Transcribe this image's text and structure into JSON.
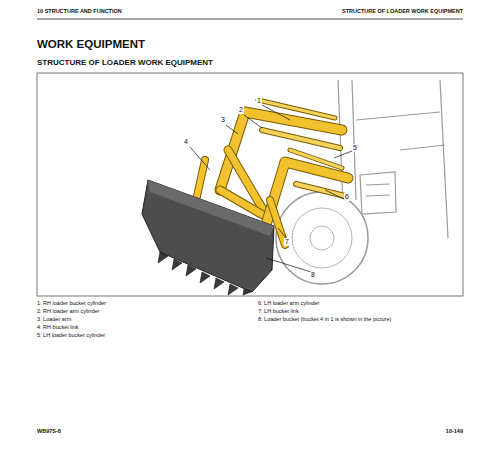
{
  "diagram": {
    "title": "WORK EQUIPMENT",
    "labels": [
      "10 STRUCTURE AND FUNCTION",
      "STRUCTURE OF LOADER WORK EQUIPMENT",
      "STRUCTURE OF LOADER WORK EQUIPMENT",
      "1",
      "2",
      "3",
      "4",
      "5",
      "6",
      "7",
      "8",
      "1: RH loader bucket cylinder",
      "2: RH loader arm cylinder",
      "3: Loader arm",
      "4: RH bucket link",
      "5: LH loader bucket cylinder",
      "6: LH loader arm cylinder",
      "7: LH bucket link",
      "8: Loader bucket (bucket 4 in 1 is shown in the picture)",
      "WB97S-8",
      "10-149"
    ]
  }
}
